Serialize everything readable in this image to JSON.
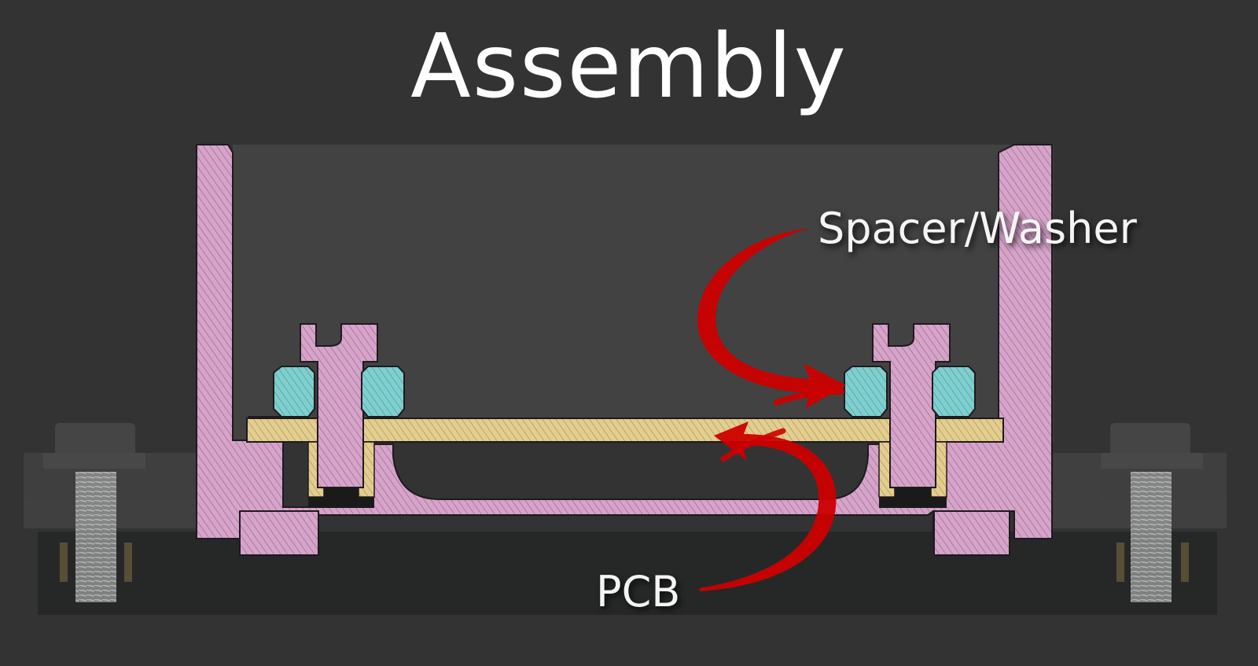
{
  "title": "Assembly",
  "labels": {
    "spacer": "Spacer/Washer",
    "pcb": "PCB"
  },
  "colors": {
    "background": "#333333",
    "housing": "#d6a3c9",
    "spacer": "#7fcfcf",
    "pcb": "#e3cd8f",
    "arrow": "#cc0000",
    "base_plate": "#262828",
    "window": "#424242"
  }
}
